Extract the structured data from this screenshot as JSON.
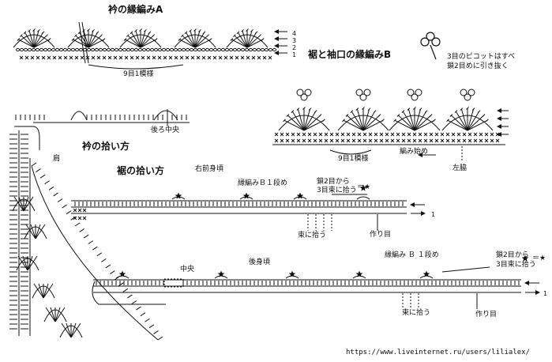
{
  "titles": {
    "collar_edging_a": "衿の縁編みA",
    "hem_cuff_edging_b": "裾と袖口の縁編みB",
    "collar_pickup": "衿の拾い方",
    "hem_pickup": "裾の拾い方"
  },
  "collar_a": {
    "repeat_label": "9目1模様",
    "row_numbers": [
      "4",
      "3",
      "2",
      "1"
    ]
  },
  "edging_b": {
    "picot_note_1": "3目のピコットはすべ",
    "picot_note_2": "鎖2目めに引き抜く",
    "repeat_label": "9目1模様",
    "start_label": "編み始め",
    "side_label": "左脇"
  },
  "collar_pickup": {
    "center_back_label": "後ろ中央",
    "shoulder_label": "肩"
  },
  "front_hem": {
    "panel_label": "右前身頃",
    "row_label": "縁編みＢ１段め",
    "note_1": "鎖2目から",
    "note_2": "3目束に拾う",
    "star_note": "＝★",
    "bundle_label": "束に拾う",
    "edge_label": "作り目",
    "row_number": "1"
  },
  "back_hem": {
    "center_label": "中央",
    "panel_label": "後身頃",
    "row_label": "縁編み Ｂ １段め",
    "note_1": "鎖2目から",
    "note_2": "3目束に拾う",
    "star_note": "＝★",
    "bundle_label": "束に拾う",
    "edge_label": "作り目",
    "row_number": "1"
  },
  "watermark": "https://www.liveinternet.ru/users/lilialex/"
}
